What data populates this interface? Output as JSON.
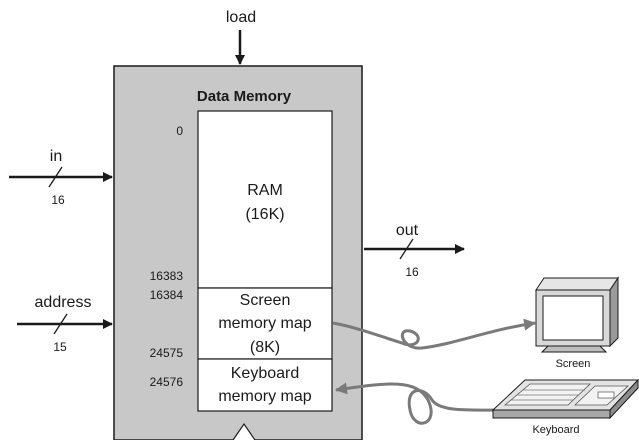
{
  "diagram": {
    "title": "Data Memory",
    "inputs": {
      "load": "load",
      "in": "in",
      "in_width": "16",
      "address": "address",
      "address_width": "15"
    },
    "output": {
      "out": "out",
      "out_width": "16"
    },
    "addresses": {
      "a0": "0",
      "a16383": "16383",
      "a16384": "16384",
      "a24575": "24575",
      "a24576": "24576"
    },
    "segments": {
      "ram": [
        "RAM",
        "(16K)"
      ],
      "screen": [
        "Screen",
        "memory map",
        "(8K)"
      ],
      "keyboard": [
        "Keyboard",
        "memory map"
      ]
    },
    "devices": {
      "screen": "Screen",
      "keyboard": "Keyboard"
    },
    "colors": {
      "block_fill": "#c8c8c8",
      "line": "#1a1a1a",
      "cable": "#7a7a7a",
      "device_body": "#d9d9d9",
      "device_dark": "#9a9a9a"
    }
  }
}
